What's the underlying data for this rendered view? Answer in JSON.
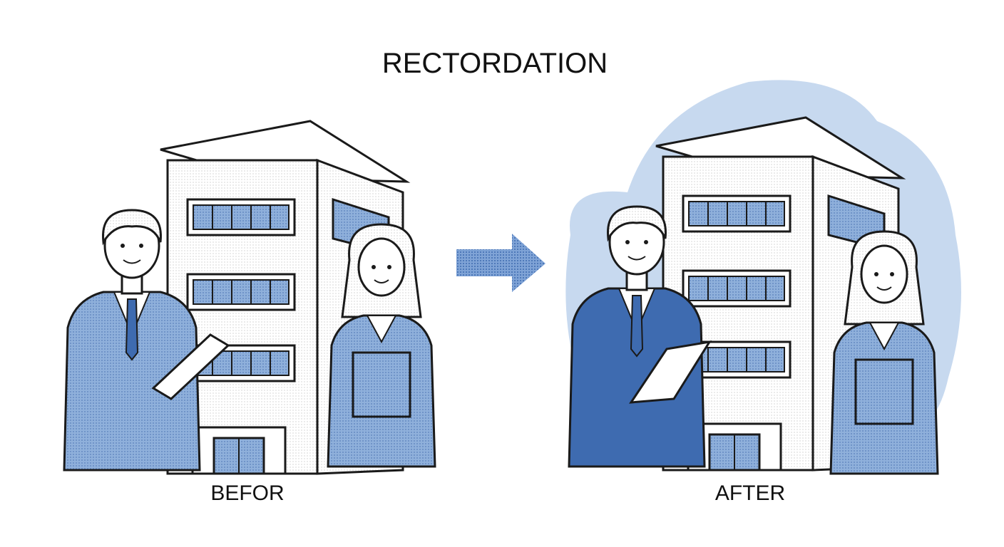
{
  "title": "RECTORDATION",
  "before_panel": {
    "label": "BEFOR"
  },
  "after_panel": {
    "label": "AFTER"
  },
  "colors": {
    "ink": "#1a1a1a",
    "suit_light": "#8fb0db",
    "suit_dark": "#3e6bb0",
    "blob": "#c7d9ef",
    "window": "#7fa3d6",
    "arrow": "#5b86c4"
  },
  "icons": {
    "arrow": "arrow-right-icon"
  }
}
